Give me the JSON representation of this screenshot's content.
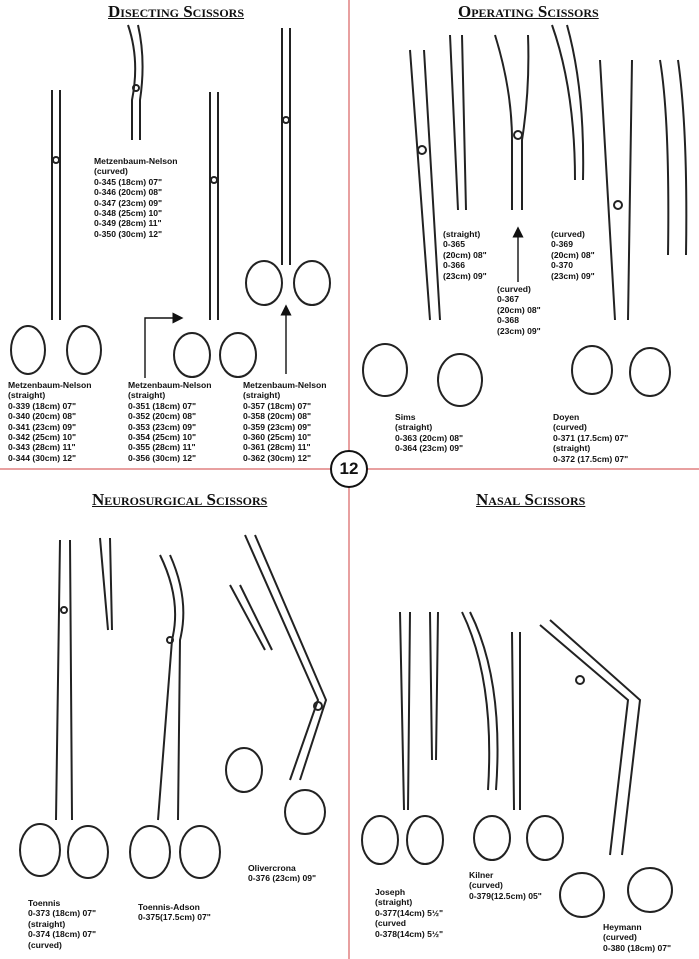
{
  "page_number": "12",
  "sections": {
    "dissecting": {
      "title": "Disecting Scissors"
    },
    "operating": {
      "title": "Operating Scissors"
    },
    "neurosurgical": {
      "title": "Neurosurgical Scissors"
    },
    "nasal": {
      "title": "Nasal Scissors"
    }
  },
  "labels": {
    "mn_curved": [
      "Metzenbaum-Nelson",
      "(curved)",
      "0-345 (18cm) 07\"",
      "0-346 (20cm) 08\"",
      "0-347 (23cm) 09\"",
      "0-348 (25cm) 10\"",
      "0-349 (28cm) 11\"",
      "0-350 (30cm) 12\""
    ],
    "mn_straight_a": [
      "Metzenbaum-Nelson",
      "(straight)",
      "0-339 (18cm) 07\"",
      "0-340 (20cm) 08\"",
      "0-341 (23cm) 09\"",
      "0-342 (25cm) 10\"",
      "0-343 (28cm) 11\"",
      "0-344 (30cm) 12\""
    ],
    "mn_straight_b": [
      "Metzenbaum-Nelson",
      "(straight)",
      "0-351 (18cm) 07\"",
      "0-352 (20cm) 08\"",
      "0-353 (23cm) 09\"",
      "0-354 (25cm) 10\"",
      "0-355 (28cm) 11\"",
      "0-356 (30cm) 12\""
    ],
    "mn_straight_c": [
      "Metzenbaum-Nelson",
      "(straight)",
      "0-357 (18cm) 07\"",
      "0-358 (20cm) 08\"",
      "0-359 (23cm) 09\"",
      "0-360 (25cm) 10\"",
      "0-361 (28cm) 11\"",
      "0-362 (30cm) 12\""
    ],
    "op_straight": [
      "(straight)",
      "0-365",
      "(20cm) 08\"",
      "0-366",
      "(23cm) 09\""
    ],
    "op_curved_mid": [
      "(curved)",
      "0-367",
      "(20cm) 08\"",
      "0-368",
      "(23cm) 09\""
    ],
    "op_curved_right": [
      "(curved)",
      "0-369",
      "(20cm) 08\"",
      "0-370",
      "(23cm) 09\""
    ],
    "sims": [
      "Sims",
      "(straight)",
      "0-363 (20cm) 08\"",
      "0-364 (23cm) 09\""
    ],
    "doyen": [
      "Doyen",
      "(curved)",
      "0-371 (17.5cm) 07\"",
      "(straight)",
      "0-372 (17.5cm) 07\""
    ],
    "toennis": [
      "Toennis",
      "0-373 (18cm) 07\"",
      "(straight)",
      "0-374 (18cm) 07\"",
      "(curved)"
    ],
    "toennis_adson": [
      "Toennis-Adson",
      "0-375(17.5cm) 07\""
    ],
    "olivercrona": [
      "Olivercrona",
      "0-376 (23cm) 09\""
    ],
    "joseph": [
      "Joseph",
      "(straight)",
      "0-377(14cm) 5½\"",
      "(curved",
      "0-378(14cm) 5½\""
    ],
    "kilner": [
      "Kilner",
      "(curved)",
      "0-379(12.5cm) 05\""
    ],
    "heymann": [
      "Heymann",
      "(curved)",
      "0-380 (18cm) 07\""
    ]
  },
  "colors": {
    "divider": "#e8a0a0",
    "ink": "#111111",
    "steel": "#9a9a9a"
  }
}
